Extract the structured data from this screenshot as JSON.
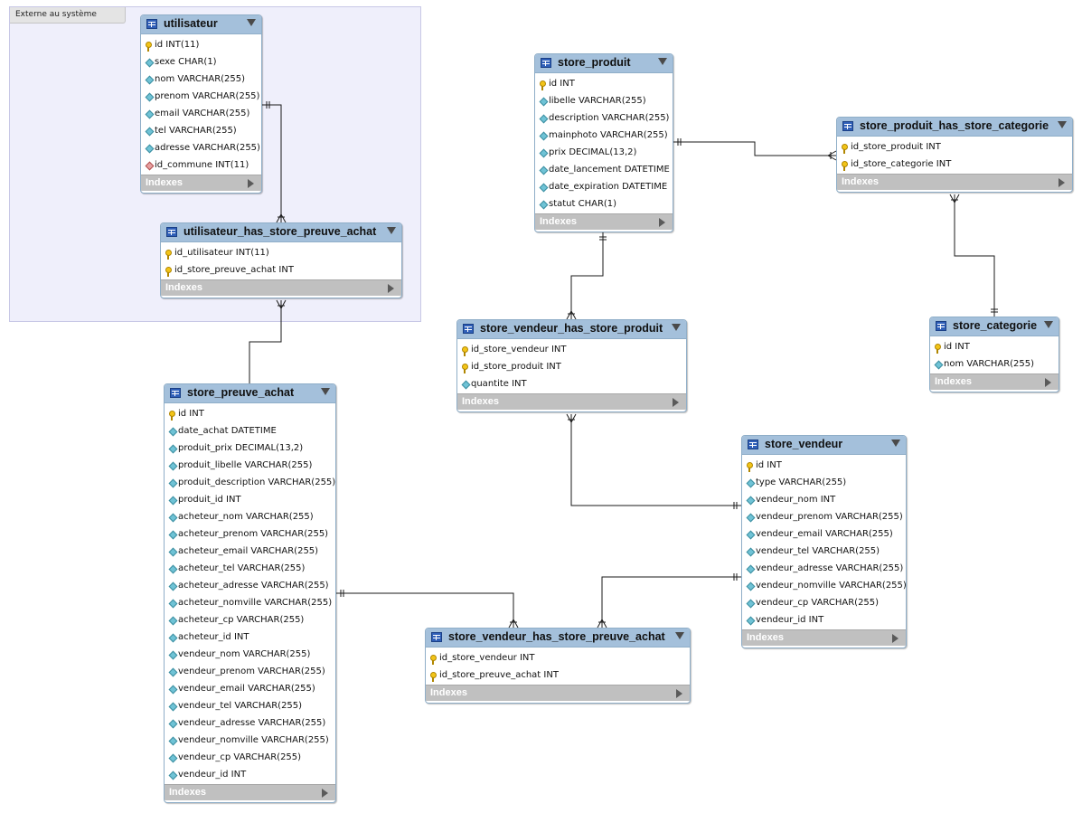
{
  "layer": {
    "label": "Externe au système"
  },
  "indexes_label": "Indexes",
  "tables": [
    {
      "id": "utilisateur",
      "name": "utilisateur",
      "columns": [
        {
          "key": "pk",
          "text": "id INT(11)"
        },
        {
          "key": "col",
          "text": "sexe CHAR(1)"
        },
        {
          "key": "col",
          "text": "nom VARCHAR(255)"
        },
        {
          "key": "col",
          "text": "prenom VARCHAR(255)"
        },
        {
          "key": "col",
          "text": "email VARCHAR(255)"
        },
        {
          "key": "col",
          "text": "tel VARCHAR(255)"
        },
        {
          "key": "col",
          "text": "adresse VARCHAR(255)"
        },
        {
          "key": "fk",
          "text": "id_commune INT(11)"
        }
      ]
    },
    {
      "id": "utilisateur_has_store_preuve_achat",
      "name": "utilisateur_has_store_preuve_achat",
      "columns": [
        {
          "key": "pk",
          "text": "id_utilisateur INT(11)"
        },
        {
          "key": "pk",
          "text": "id_store_preuve_achat INT"
        }
      ]
    },
    {
      "id": "store_produit",
      "name": "store_produit",
      "columns": [
        {
          "key": "pk",
          "text": "id INT"
        },
        {
          "key": "col",
          "text": "libelle VARCHAR(255)"
        },
        {
          "key": "col",
          "text": "description VARCHAR(255)"
        },
        {
          "key": "col",
          "text": "mainphoto VARCHAR(255)"
        },
        {
          "key": "col",
          "text": "prix DECIMAL(13,2)"
        },
        {
          "key": "col",
          "text": "date_lancement DATETIME"
        },
        {
          "key": "col",
          "text": "date_expiration DATETIME"
        },
        {
          "key": "col",
          "text": "statut CHAR(1)"
        }
      ]
    },
    {
      "id": "store_produit_has_store_categorie",
      "name": "store_produit_has_store_categorie",
      "columns": [
        {
          "key": "pk",
          "text": "id_store_produit INT"
        },
        {
          "key": "pk",
          "text": "id_store_categorie INT"
        }
      ]
    },
    {
      "id": "store_categorie",
      "name": "store_categorie",
      "columns": [
        {
          "key": "pk",
          "text": "id INT"
        },
        {
          "key": "col",
          "text": "nom VARCHAR(255)"
        }
      ]
    },
    {
      "id": "store_vendeur_has_store_produit",
      "name": "store_vendeur_has_store_produit",
      "columns": [
        {
          "key": "pk",
          "text": "id_store_vendeur INT"
        },
        {
          "key": "pk",
          "text": "id_store_produit INT"
        },
        {
          "key": "col",
          "text": "quantite INT"
        }
      ]
    },
    {
      "id": "store_preuve_achat",
      "name": "store_preuve_achat",
      "columns": [
        {
          "key": "pk",
          "text": "id INT"
        },
        {
          "key": "col",
          "text": "date_achat DATETIME"
        },
        {
          "key": "col",
          "text": "produit_prix DECIMAL(13,2)"
        },
        {
          "key": "col",
          "text": "produit_libelle VARCHAR(255)"
        },
        {
          "key": "col",
          "text": "produit_description VARCHAR(255)"
        },
        {
          "key": "col",
          "text": "produit_id INT"
        },
        {
          "key": "col",
          "text": "acheteur_nom VARCHAR(255)"
        },
        {
          "key": "col",
          "text": "acheteur_prenom VARCHAR(255)"
        },
        {
          "key": "col",
          "text": "acheteur_email VARCHAR(255)"
        },
        {
          "key": "col",
          "text": "acheteur_tel VARCHAR(255)"
        },
        {
          "key": "col",
          "text": "acheteur_adresse VARCHAR(255)"
        },
        {
          "key": "col",
          "text": "acheteur_nomville VARCHAR(255)"
        },
        {
          "key": "col",
          "text": "acheteur_cp VARCHAR(255)"
        },
        {
          "key": "col",
          "text": "acheteur_id INT"
        },
        {
          "key": "col",
          "text": "vendeur_nom VARCHAR(255)"
        },
        {
          "key": "col",
          "text": "vendeur_prenom VARCHAR(255)"
        },
        {
          "key": "col",
          "text": "vendeur_email VARCHAR(255)"
        },
        {
          "key": "col",
          "text": "vendeur_tel VARCHAR(255)"
        },
        {
          "key": "col",
          "text": "vendeur_adresse VARCHAR(255)"
        },
        {
          "key": "col",
          "text": "vendeur_nomville VARCHAR(255)"
        },
        {
          "key": "col",
          "text": "vendeur_cp VARCHAR(255)"
        },
        {
          "key": "col",
          "text": "vendeur_id INT"
        }
      ]
    },
    {
      "id": "store_vendeur",
      "name": "store_vendeur",
      "columns": [
        {
          "key": "pk",
          "text": "id INT"
        },
        {
          "key": "col",
          "text": "type VARCHAR(255)"
        },
        {
          "key": "col",
          "text": "vendeur_nom INT"
        },
        {
          "key": "col",
          "text": "vendeur_prenom VARCHAR(255)"
        },
        {
          "key": "col",
          "text": "vendeur_email VARCHAR(255)"
        },
        {
          "key": "col",
          "text": "vendeur_tel VARCHAR(255)"
        },
        {
          "key": "col",
          "text": "vendeur_adresse VARCHAR(255)"
        },
        {
          "key": "col",
          "text": "vendeur_nomville VARCHAR(255)"
        },
        {
          "key": "col",
          "text": "vendeur_cp VARCHAR(255)"
        },
        {
          "key": "col",
          "text": "vendeur_id INT"
        }
      ]
    },
    {
      "id": "store_vendeur_has_store_preuve_achat",
      "name": "store_vendeur_has_store_preuve_achat",
      "columns": [
        {
          "key": "pk",
          "text": "id_store_vendeur INT"
        },
        {
          "key": "pk",
          "text": "id_store_preuve_achat INT"
        }
      ]
    }
  ],
  "relationships": [
    {
      "from": "utilisateur",
      "to": "utilisateur_has_store_preuve_achat",
      "from_card": "one",
      "to_card": "many"
    },
    {
      "from": "store_preuve_achat",
      "to": "utilisateur_has_store_preuve_achat",
      "from_card": "one",
      "to_card": "many"
    },
    {
      "from": "store_produit",
      "to": "store_produit_has_store_categorie",
      "from_card": "one",
      "to_card": "many"
    },
    {
      "from": "store_categorie",
      "to": "store_produit_has_store_categorie",
      "from_card": "one",
      "to_card": "many"
    },
    {
      "from": "store_produit",
      "to": "store_vendeur_has_store_produit",
      "from_card": "one",
      "to_card": "many"
    },
    {
      "from": "store_vendeur",
      "to": "store_vendeur_has_store_produit",
      "from_card": "one",
      "to_card": "many"
    },
    {
      "from": "store_preuve_achat",
      "to": "store_vendeur_has_store_preuve_achat",
      "from_card": "one",
      "to_card": "many"
    },
    {
      "from": "store_vendeur",
      "to": "store_vendeur_has_store_preuve_achat",
      "from_card": "one",
      "to_card": "many"
    }
  ]
}
